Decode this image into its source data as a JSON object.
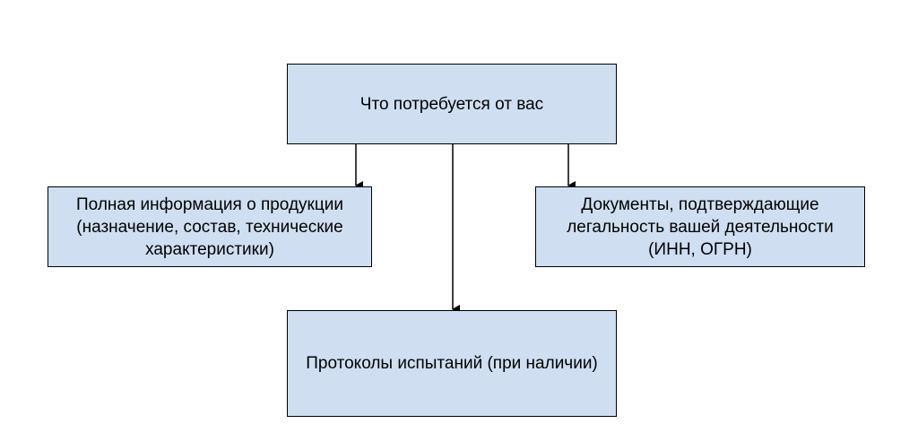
{
  "diagram": {
    "root": {
      "label": "Что потребуется от вас"
    },
    "left": {
      "label": "Полная информация о продукции (назначение, состав, технические характеристики)"
    },
    "right": {
      "label": "Документы, подтверждающие легальность вашей деятельности (ИНН, ОГРН)"
    },
    "bottom": {
      "label": "Протоколы испытаний (при наличии)"
    },
    "colors": {
      "box_fill": "#cfdff1",
      "box_border": "#000000",
      "arrow": "#000000",
      "text": "#000000"
    }
  }
}
